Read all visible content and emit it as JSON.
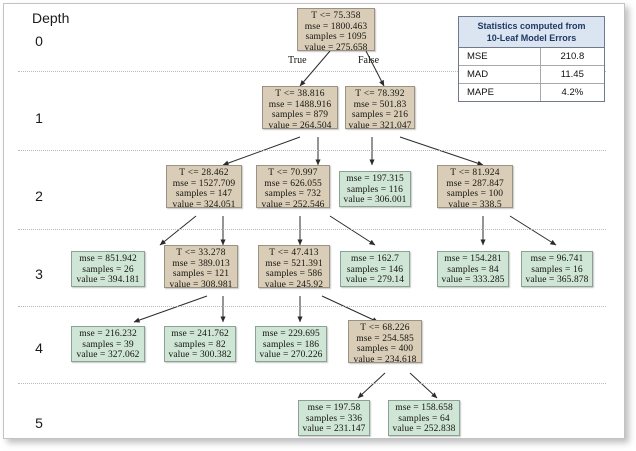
{
  "depth_axis": {
    "title": "Depth",
    "levels": [
      "0",
      "1",
      "2",
      "3",
      "4",
      "5"
    ]
  },
  "edge_labels": {
    "true": "True",
    "false": "False"
  },
  "stats_panel": {
    "title_line1": "Statistics computed from",
    "title_line2": "10-Leaf Model Errors",
    "rows": [
      {
        "metric": "MSE",
        "value": "210.8"
      },
      {
        "metric": "MAD",
        "value": "11.45"
      },
      {
        "metric": "MAPE",
        "value": "4.2%"
      }
    ]
  },
  "colors": {
    "split_fill": "#d9cdb8",
    "split_border": "#9a9283",
    "leaf_fill": "#cfe5d6",
    "leaf_border": "#8aa193",
    "stats_header_fill": "#dbe5f1",
    "stats_header_text": "#1f3864"
  },
  "nodes": [
    {
      "id": "n0",
      "depth": 0,
      "type": "split",
      "condition": "T  <= 75.358",
      "mse": "mse = 1800.463",
      "samples": "samples = 1095",
      "value": "value = 275.658"
    },
    {
      "id": "n1",
      "depth": 1,
      "type": "split",
      "condition": "T  <= 38.816",
      "mse": "mse = 1488.916",
      "samples": "samples = 879",
      "value": "value = 264.504"
    },
    {
      "id": "n2",
      "depth": 1,
      "type": "split",
      "condition": "T  <= 78.392",
      "mse": "mse = 501.83",
      "samples": "samples = 216",
      "value": "value = 321.047"
    },
    {
      "id": "n3",
      "depth": 2,
      "type": "split",
      "condition": "T  <= 28.462",
      "mse": "mse = 1527.709",
      "samples": "samples = 147",
      "value": "value = 324.051"
    },
    {
      "id": "n4",
      "depth": 2,
      "type": "split",
      "condition": "T  <= 70.997",
      "mse": "mse = 626.055",
      "samples": "samples = 732",
      "value": "value = 252.546"
    },
    {
      "id": "n5",
      "depth": 2,
      "type": "leaf",
      "condition": "",
      "mse": "mse = 197.315",
      "samples": "samples = 116",
      "value": "value = 306.001"
    },
    {
      "id": "n6",
      "depth": 2,
      "type": "split",
      "condition": "T  <= 81.924",
      "mse": "mse = 287.847",
      "samples": "samples = 100",
      "value": "value = 338.5"
    },
    {
      "id": "n7",
      "depth": 3,
      "type": "leaf",
      "condition": "",
      "mse": "mse = 851.942",
      "samples": "samples = 26",
      "value": "value = 394.181"
    },
    {
      "id": "n8",
      "depth": 3,
      "type": "split",
      "condition": "T  <= 33.278",
      "mse": "mse = 389.013",
      "samples": "samples = 121",
      "value": "value = 308.981"
    },
    {
      "id": "n9",
      "depth": 3,
      "type": "split",
      "condition": "T  <= 47.413",
      "mse": "mse = 521.391",
      "samples": "samples = 586",
      "value": "value = 245.92"
    },
    {
      "id": "n10",
      "depth": 3,
      "type": "leaf",
      "condition": "",
      "mse": "mse = 162.7",
      "samples": "samples = 146",
      "value": "value = 279.14"
    },
    {
      "id": "n11",
      "depth": 3,
      "type": "leaf",
      "condition": "",
      "mse": "mse = 154.281",
      "samples": "samples = 84",
      "value": "value = 333.285"
    },
    {
      "id": "n12",
      "depth": 3,
      "type": "leaf",
      "condition": "",
      "mse": "mse = 96.741",
      "samples": "samples = 16",
      "value": "value = 365.878"
    },
    {
      "id": "n13",
      "depth": 4,
      "type": "leaf",
      "condition": "",
      "mse": "mse = 216.232",
      "samples": "samples = 39",
      "value": "value = 327.062"
    },
    {
      "id": "n14",
      "depth": 4,
      "type": "leaf",
      "condition": "",
      "mse": "mse = 241.762",
      "samples": "samples = 82",
      "value": "value = 300.382"
    },
    {
      "id": "n15",
      "depth": 4,
      "type": "leaf",
      "condition": "",
      "mse": "mse = 229.695",
      "samples": "samples = 186",
      "value": "value = 270.226"
    },
    {
      "id": "n16",
      "depth": 4,
      "type": "split",
      "condition": "T  <= 68.226",
      "mse": "mse = 254.585",
      "samples": "samples = 400",
      "value": "value = 234.618"
    },
    {
      "id": "n17",
      "depth": 5,
      "type": "leaf",
      "condition": "",
      "mse": "mse = 197.58",
      "samples": "samples = 336",
      "value": "value = 231.147"
    },
    {
      "id": "n18",
      "depth": 5,
      "type": "leaf",
      "condition": "",
      "mse": "mse = 158.658",
      "samples": "samples = 64",
      "value": "value = 252.838"
    }
  ]
}
